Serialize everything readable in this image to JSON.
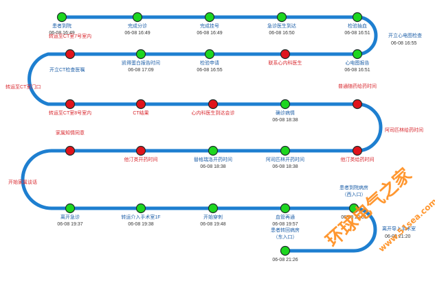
{
  "colors": {
    "track": "#1e7fd0",
    "green": "#1ed620",
    "red": "#e0141c",
    "blue_text": "#1d5fa8",
    "red_text": "#d8262c",
    "watermark": "#ff8c1a"
  },
  "nodes": [
    {
      "id": "n1",
      "label": "患者到院",
      "time": "06-08 16:49",
      "color": "green",
      "text": "blue"
    },
    {
      "id": "n2",
      "label": "完成分诊",
      "time": "06-08 16:49",
      "color": "green",
      "text": "blue"
    },
    {
      "id": "n3",
      "label": "完成挂号",
      "time": "06-08 16:49",
      "color": "green",
      "text": "blue"
    },
    {
      "id": "n4",
      "label": "急诊医生到达",
      "time": "06-08 16:50",
      "color": "green",
      "text": "blue"
    },
    {
      "id": "n5",
      "label": "检验抽血",
      "time": "06-08 16:51",
      "color": "green",
      "text": "blue"
    },
    {
      "id": "n6",
      "label": "心电图报告",
      "time": "06-08 16:51",
      "color": "green",
      "text": "blue"
    },
    {
      "id": "n7",
      "label": "联系心内科医生",
      "time": "",
      "color": "red",
      "text": "red"
    },
    {
      "id": "n8",
      "label": "检验申请",
      "time": "06-08 16:55",
      "color": "green",
      "text": "blue"
    },
    {
      "id": "n9",
      "label": "凯得蛋白报告时间",
      "time": "06-08 17:09",
      "color": "green",
      "text": "blue"
    },
    {
      "id": "n10",
      "label": "转运至CT室7号室内",
      "time": "",
      "color": "red",
      "text": "red"
    },
    {
      "id": "n11",
      "label": "转运至CT室8号室内",
      "time": "",
      "color": "red",
      "text": "red"
    },
    {
      "id": "n12",
      "label": "CT结果",
      "time": "",
      "color": "red",
      "text": "red"
    },
    {
      "id": "n13",
      "label": "心内科医生到达会诊",
      "time": "",
      "color": "red",
      "text": "red"
    },
    {
      "id": "n14",
      "label": "确诊病情",
      "time": "06-08 18:38",
      "color": "green",
      "text": "blue"
    },
    {
      "id": "n15",
      "label": "普通随药给药时间",
      "time": "",
      "color": "red",
      "text": "red"
    },
    {
      "id": "n16",
      "label": "他汀类给药时间",
      "time": "",
      "color": "red",
      "text": "red"
    },
    {
      "id": "n17",
      "label": "阿司匹林开药时间",
      "time": "06-08 18:38",
      "color": "green",
      "text": "blue"
    },
    {
      "id": "n18",
      "label": "替格瑞洛开药时间",
      "time": "06-08 18:38",
      "color": "green",
      "text": "blue"
    },
    {
      "id": "n19",
      "label": "他汀类开药时间",
      "time": "",
      "color": "red",
      "text": "red"
    },
    {
      "id": "n20",
      "label": "家属知情同意",
      "time": "",
      "color": "red",
      "text": "red"
    },
    {
      "id": "n21",
      "label": "离开急诊",
      "time": "06-08 19:37",
      "color": "green",
      "text": "blue"
    },
    {
      "id": "n22",
      "label": "转运介入手术室1F",
      "time": "06-08 19:38",
      "color": "green",
      "text": "blue"
    },
    {
      "id": "n23",
      "label": "开始穿刺",
      "time": "06-08 19:48",
      "color": "green",
      "text": "blue"
    },
    {
      "id": "n24",
      "label": "血管再通",
      "time": "06-08 19:57",
      "color": "green",
      "text": "blue"
    },
    {
      "id": "n25",
      "label": "患者到院病房",
      "time": "06-08 22:01",
      "color": "green",
      "text": "blue",
      "sub": "（西入口）"
    },
    {
      "id": "n26",
      "label": "患者转回病房",
      "time": "06-08 21:26",
      "color": "green",
      "text": "blue",
      "sub": "（东入口）"
    }
  ],
  "side_labels": [
    {
      "id": "s1",
      "label": "开立心电图检查",
      "time": "06-08 16:55",
      "text": "blue"
    },
    {
      "id": "s2",
      "label": "开立CT检查医嘱",
      "time": "",
      "text": "blue"
    },
    {
      "id": "s3",
      "label": "转运至CT室门口",
      "time": "",
      "text": "red"
    },
    {
      "id": "s4",
      "label": "阿司匹林给药时间",
      "time": "",
      "text": "red"
    },
    {
      "id": "s5",
      "label": "开始家属谈话",
      "time": "",
      "text": "red"
    },
    {
      "id": "s6",
      "label": "离开导入手术室",
      "time": "06-08 21:20",
      "text": "blue"
    }
  ],
  "watermark": {
    "title": "环球电气之家",
    "url": "www.51sea.com"
  }
}
